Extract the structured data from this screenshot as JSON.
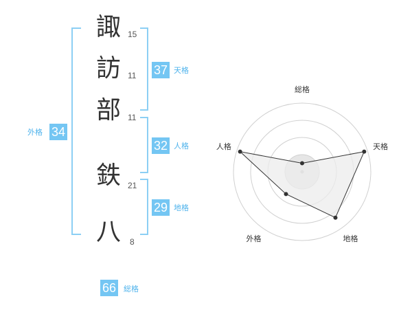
{
  "name_chars": [
    {
      "char": "諏",
      "strokes": "15"
    },
    {
      "char": "訪",
      "strokes": "11"
    },
    {
      "char": "部",
      "strokes": "11"
    },
    {
      "char": "鉄",
      "strokes": "21"
    },
    {
      "char": "八",
      "strokes": "8"
    }
  ],
  "fortunes": {
    "tenkaku": {
      "value": "37",
      "label": "天格"
    },
    "jinkaku": {
      "value": "32",
      "label": "人格"
    },
    "chikaku": {
      "value": "29",
      "label": "地格"
    },
    "gaikaku": {
      "value": "34",
      "label": "外格"
    },
    "soukaku": {
      "value": "66",
      "label": "総格"
    }
  },
  "colors": {
    "accent": "#74c6f3",
    "bracket": "#8ccff4",
    "text": "#333333"
  },
  "chart_data": {
    "type": "radar",
    "axes": [
      "総格",
      "天格",
      "地格",
      "外格",
      "人格"
    ],
    "max": 4,
    "rings": 4,
    "values": [
      0.5,
      3.8,
      3.3,
      1.6,
      3.8
    ]
  }
}
